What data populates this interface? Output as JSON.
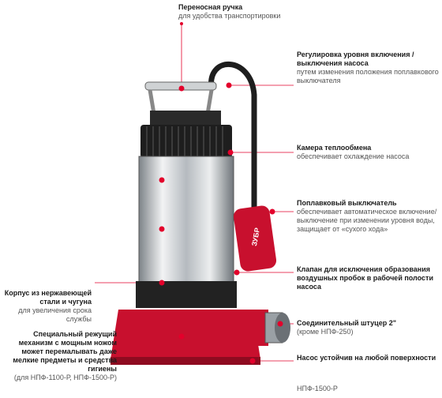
{
  "colors": {
    "accent": "#e3002b",
    "pump_red": "#c8102e",
    "dark": "#1e1e1e",
    "steel": "#bfc3c7"
  },
  "brand": "ЗУБР",
  "callouts": [
    {
      "title": "Переносная ручка",
      "sub": "для удобства транспортировки"
    },
    {
      "title": "Регулировка уровня включения / выключения насоса",
      "sub": "путем изменения положения поплавкового выключателя"
    },
    {
      "title": "Камера теплообмена",
      "sub": "обеспечивает охлаждение насоса"
    },
    {
      "title": "Поплавковый выключатель",
      "sub": "обеспечивает автоматическое включение/выключение при изменении уровня воды, защищает от «сухого хода»"
    },
    {
      "title": "Клапан для исключения образования воздушных пробок в рабочей полости насоса",
      "sub": ""
    },
    {
      "title": "Корпус из нержавеющей стали и чугуна",
      "sub": "для увеличения срока службы"
    },
    {
      "title": "Специальный режущий механизм с мощным ножом может перемалывать даже мелкие предметы и средства гигиены",
      "sub": "(для НПФ-1100-Р, НПФ-1500-Р)"
    },
    {
      "title": "Соединительный штуцер 2\"",
      "sub": "(кроме НПФ-250)"
    },
    {
      "title": "Насос устойчив на любой поверхности",
      "sub": ""
    }
  ],
  "model_label": "НПФ-1500-Р"
}
